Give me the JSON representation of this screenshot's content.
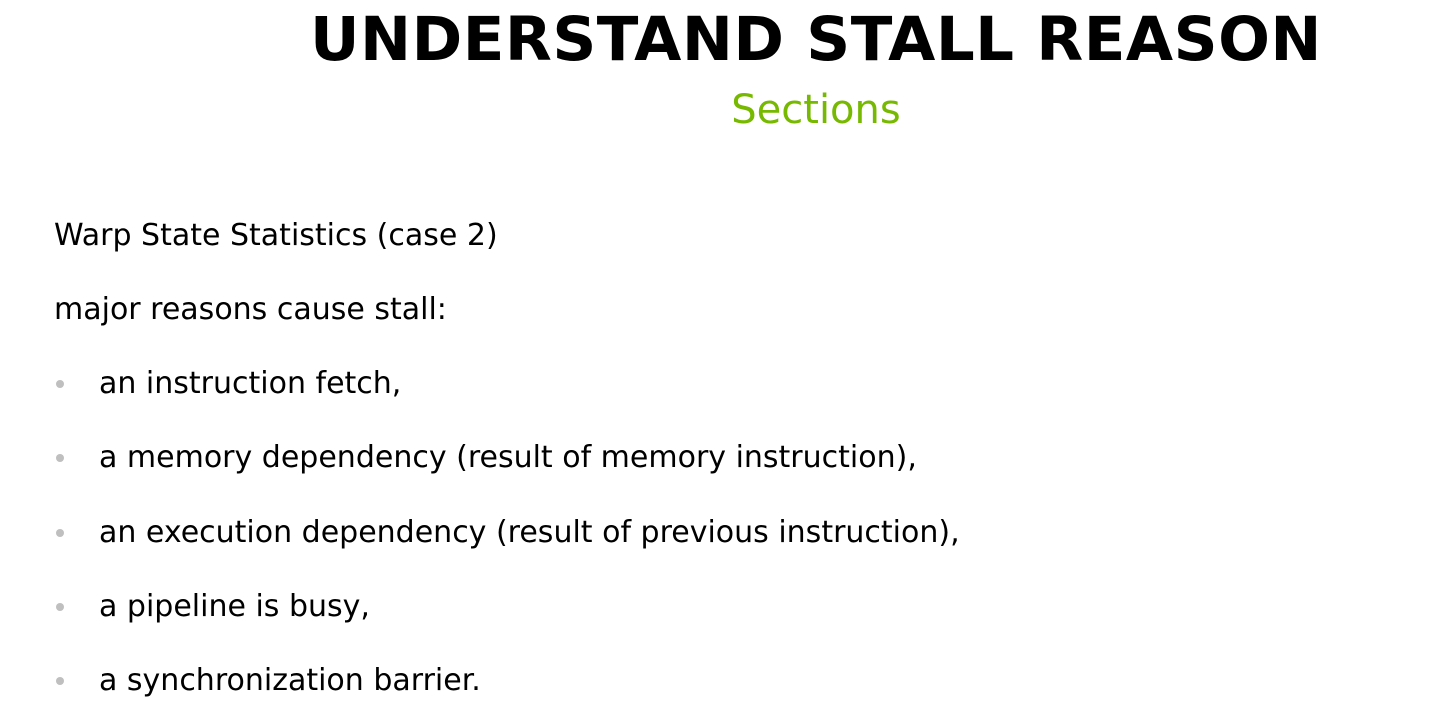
{
  "slide": {
    "title": "UNDERSTAND STALL REASON",
    "subtitle": "Sections",
    "heading": "Warp State Statistics (case 2)",
    "intro": "major reasons cause stall:",
    "bullets": [
      "an instruction fetch,",
      "a memory dependency (result of memory instruction),",
      "an execution dependency (result of previous instruction),",
      "a pipeline is busy,",
      "a synchronization barrier."
    ]
  },
  "colors": {
    "title": "#000000",
    "subtitle_accent": "#76b900",
    "body_text": "#000000",
    "bullet": "#bfbfbf",
    "background": "#ffffff"
  }
}
